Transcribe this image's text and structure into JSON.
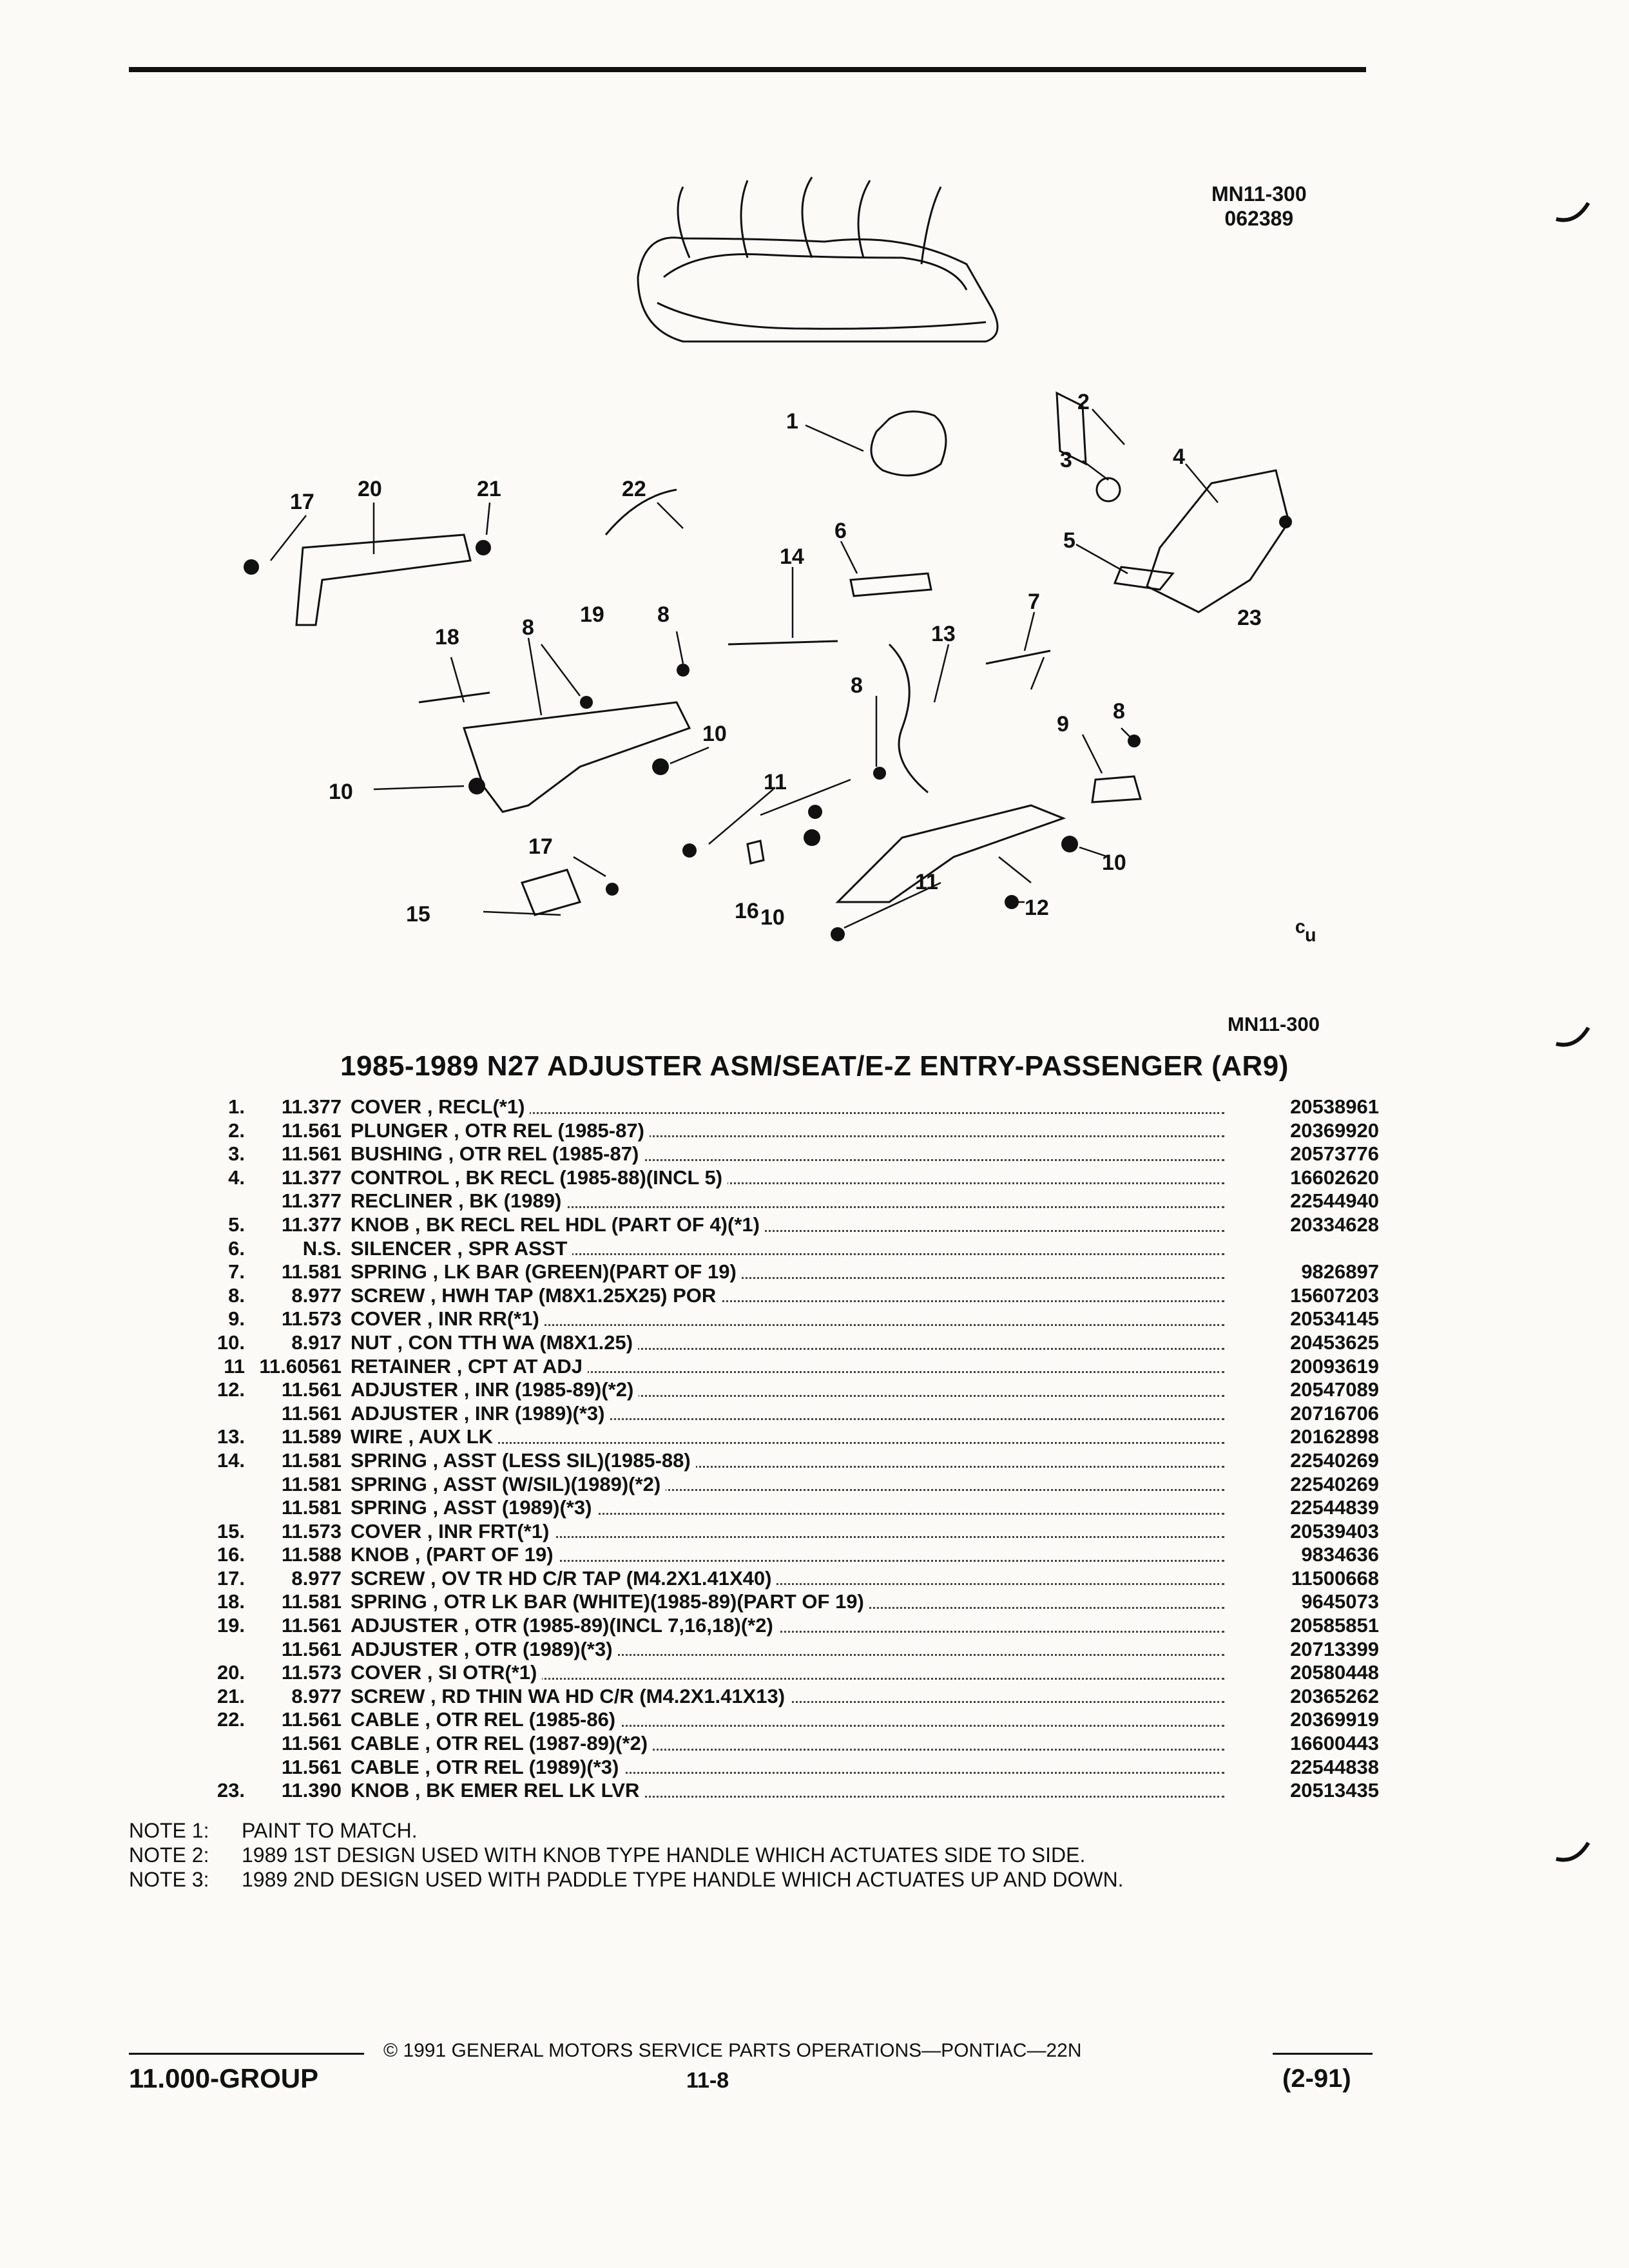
{
  "header": {
    "ref_code": "MN11-300",
    "ref_date": "062389"
  },
  "diagram": {
    "callouts": [
      "1",
      "2",
      "3",
      "4",
      "5",
      "6",
      "7",
      "8",
      "8",
      "8",
      "8",
      "9",
      "10",
      "10",
      "10",
      "10",
      "11",
      "11",
      "12",
      "13",
      "14",
      "15",
      "16",
      "17",
      "17",
      "18",
      "19",
      "20",
      "21",
      "22",
      "23"
    ],
    "ref_code_bottom": "MN11-300"
  },
  "title": "1985-1989 N27 ADJUSTER ASM/SEAT/E-Z ENTRY-PASSENGER (AR9)",
  "parts": [
    {
      "no": "1.",
      "group": "11.377",
      "desc": "COVER , RECL(*1)",
      "pn": "20538961"
    },
    {
      "no": "2.",
      "group": "11.561",
      "desc": "PLUNGER , OTR REL (1985-87)",
      "pn": "20369920"
    },
    {
      "no": "3.",
      "group": "11.561",
      "desc": "BUSHING , OTR REL (1985-87)",
      "pn": "20573776"
    },
    {
      "no": "4.",
      "group": "11.377",
      "desc": "CONTROL , BK RECL (1985-88)(INCL 5)",
      "pn": "16602620"
    },
    {
      "no": "",
      "group": "11.377",
      "desc": "RECLINER , BK (1989)",
      "pn": "22544940"
    },
    {
      "no": "5.",
      "group": "11.377",
      "desc": "KNOB , BK RECL REL HDL (PART OF 4)(*1)",
      "pn": "20334628"
    },
    {
      "no": "6.",
      "group": "N.S.",
      "desc": "SILENCER , SPR ASST",
      "pn": ""
    },
    {
      "no": "7.",
      "group": "11.581",
      "desc": "SPRING , LK BAR (GREEN)(PART OF 19)",
      "pn": "9826897"
    },
    {
      "no": "8.",
      "group": "8.977",
      "desc": "SCREW , HWH TAP (M8X1.25X25) POR",
      "pn": "15607203"
    },
    {
      "no": "9.",
      "group": "11.573",
      "desc": "COVER , INR RR(*1)",
      "pn": "20534145"
    },
    {
      "no": "10.",
      "group": "8.917",
      "desc": "NUT , CON TTH WA (M8X1.25)",
      "pn": "20453625"
    },
    {
      "no": "11",
      "group": "11.60561",
      "desc": "RETAINER , CPT AT ADJ",
      "pn": "20093619"
    },
    {
      "no": "12.",
      "group": "11.561",
      "desc": "ADJUSTER , INR (1985-89)(*2)",
      "pn": "20547089"
    },
    {
      "no": "",
      "group": "11.561",
      "desc": "ADJUSTER , INR (1989)(*3)",
      "pn": "20716706"
    },
    {
      "no": "13.",
      "group": "11.589",
      "desc": "WIRE , AUX LK",
      "pn": "20162898"
    },
    {
      "no": "14.",
      "group": "11.581",
      "desc": "SPRING , ASST (LESS SIL)(1985-88)",
      "pn": "22540269"
    },
    {
      "no": "",
      "group": "11.581",
      "desc": "SPRING , ASST (W/SIL)(1989)(*2)",
      "pn": "22540269"
    },
    {
      "no": "",
      "group": "11.581",
      "desc": "SPRING , ASST (1989)(*3)",
      "pn": "22544839"
    },
    {
      "no": "15.",
      "group": "11.573",
      "desc": "COVER , INR FRT(*1)",
      "pn": "20539403"
    },
    {
      "no": "16.",
      "group": "11.588",
      "desc": "KNOB , (PART OF 19)",
      "pn": "9834636"
    },
    {
      "no": "17.",
      "group": "8.977",
      "desc": "SCREW , OV TR HD C/R TAP (M4.2X1.41X40)",
      "pn": "11500668"
    },
    {
      "no": "18.",
      "group": "11.581",
      "desc": "SPRING , OTR LK BAR (WHITE)(1985-89)(PART OF 19)",
      "pn": "9645073"
    },
    {
      "no": "19.",
      "group": "11.561",
      "desc": "ADJUSTER , OTR (1985-89)(INCL 7,16,18)(*2)",
      "pn": "20585851"
    },
    {
      "no": "",
      "group": "11.561",
      "desc": "ADJUSTER , OTR (1989)(*3)",
      "pn": "20713399"
    },
    {
      "no": "20.",
      "group": "11.573",
      "desc": "COVER , SI OTR(*1)",
      "pn": "20580448"
    },
    {
      "no": "21.",
      "group": "8.977",
      "desc": "SCREW , RD THIN WA HD C/R (M4.2X1.41X13)",
      "pn": "20365262"
    },
    {
      "no": "22.",
      "group": "11.561",
      "desc": "CABLE , OTR REL (1985-86)",
      "pn": "20369919"
    },
    {
      "no": "",
      "group": "11.561",
      "desc": "CABLE , OTR REL (1987-89)(*2)",
      "pn": "16600443"
    },
    {
      "no": "",
      "group": "11.561",
      "desc": "CABLE , OTR REL (1989)(*3)",
      "pn": "22544838"
    },
    {
      "no": "23.",
      "group": "11.390",
      "desc": "KNOB , BK EMER REL LK LVR",
      "pn": "20513435"
    }
  ],
  "notes": [
    {
      "label": "NOTE 1:",
      "text": "PAINT TO MATCH."
    },
    {
      "label": "NOTE 2:",
      "text": "1989 1ST DESIGN USED WITH KNOB TYPE HANDLE WHICH ACTUATES SIDE TO SIDE."
    },
    {
      "label": "NOTE 3:",
      "text": "1989 2ND DESIGN USED WITH PADDLE TYPE HANDLE WHICH ACTUATES UP AND DOWN."
    }
  ],
  "footer": {
    "copyright": "© 1991 GENERAL MOTORS SERVICE PARTS OPERATIONS—PONTIAC—22N",
    "group": "11.000-GROUP",
    "page": "11-8",
    "date": "(2-91)"
  }
}
